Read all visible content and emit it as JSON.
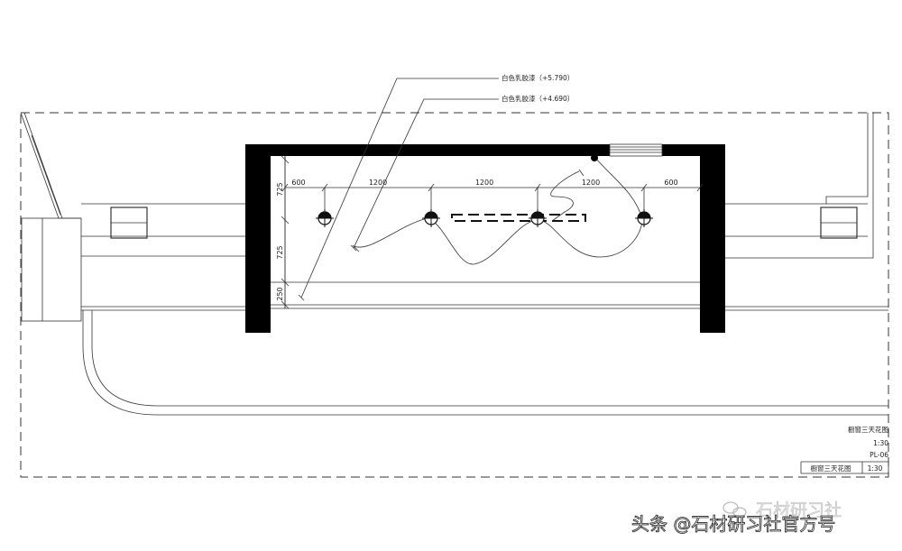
{
  "annotations": [
    {
      "text": "白色乳胶漆（+5.790）"
    },
    {
      "text": "白色乳胶漆（+4.690）"
    }
  ],
  "dimensions_horizontal": [
    "600",
    "1200",
    "1200",
    "1200",
    "600"
  ],
  "dimensions_vertical": [
    "725",
    "725",
    "250"
  ],
  "title_block": {
    "name": "橱窗三天花图",
    "scale": "1:30",
    "code": "PL-06",
    "name_boxed": "橱窗三天花图",
    "scale_boxed": "1:30"
  },
  "watermark": {
    "top": "石材研习社",
    "bottom": "头条 @石材研习社官方号"
  },
  "colors": {
    "wall": "#000000",
    "line": "#333333",
    "background": "#ffffff"
  },
  "symbols": {
    "downlight": "downlight-icon",
    "switch": "switch-icon"
  }
}
